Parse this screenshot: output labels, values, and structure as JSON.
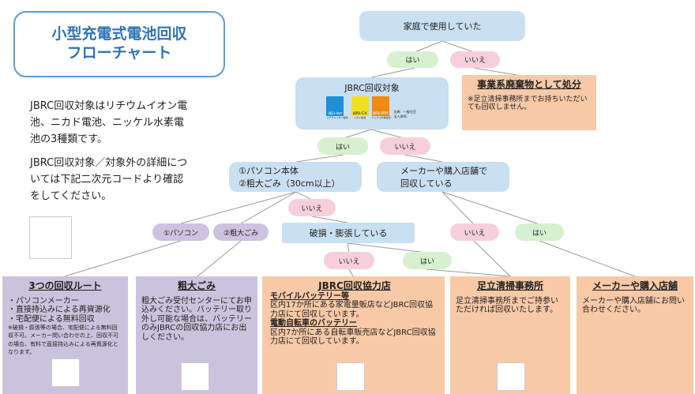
{
  "title": {
    "line1": "小型充電式電池回収",
    "line2": "フローチャート"
  },
  "intro": {
    "p1": "JBRC回収対象はリチウムイオン電池、ニカド電池、ニッケル水素電池の3種類です。",
    "p2": "JBRC回収対象／対象外の詳細については下記二次元コードより確認をしてください。"
  },
  "start": "家庭で使用していた",
  "yes": "はい",
  "no": "いいえ",
  "jbrc": {
    "title": "JBRC回収対象",
    "badges": [
      {
        "label": "Li-ion",
        "sub": "リチウムイオン電池",
        "color": "#1e90d6"
      },
      {
        "label": "Ni-Cd",
        "sub": "ニカド電池",
        "color": "#f0e020"
      },
      {
        "label": "Ni-MH",
        "sub": "ニッケル水素電池",
        "color": "#f08a10"
      }
    ],
    "source": "出典：一般社団法人JBRC"
  },
  "business": {
    "title": "事業系廃棄物として処分",
    "note": "※足立清掃事務所までお持ちいただいても回収しません。"
  },
  "pc": {
    "line1": "①パソコン本体",
    "line2": "②粗大ごみ（30cm以上）"
  },
  "maker_q": {
    "line1": "メーカーや購入店舗で",
    "line2": "回収している"
  },
  "pc_pill": "①パソコン",
  "bulky_pill": "②粗大ごみ",
  "damage": "破損・膨張している",
  "boxes": {
    "routes": {
      "title": "3つの回収ルート",
      "items": [
        "・パソコンメーカー",
        "・直接持込みによる再資源化",
        "・宅配便による無料回収"
      ],
      "note": "※破損・膨張等の場合、宅配便による無料回収不可。メーカー問い合わせの上、回収不可の場合、有料で直接持込みによる再資源化となります。"
    },
    "bulky": {
      "title": "粗大ごみ",
      "text": "粗大ごみ受付センターにてお申込みください。バッテリー取り外し可能な場合は、バッテリーのみJBRCの回収協力店にお出しください。"
    },
    "jbrc_store": {
      "title": "JBRC回収協力店",
      "h1": "モバイルバッテリー等",
      "t1": "区内17か所にある家電量販店などJBRC回収協力店にて回収しています。",
      "h2": "電動自転車のバッテリー",
      "t2": "区内7か所にある自転車販売店などJBRC回収協力店にて回収しています。"
    },
    "office": {
      "title": "足立清掃事務所",
      "text": "足立清掃事務所までご持参いただければ回収いたします。"
    },
    "maker": {
      "title": "メーカーや購入店舗",
      "text": "メーカーや購入店舗にお問い合わせください。"
    }
  }
}
